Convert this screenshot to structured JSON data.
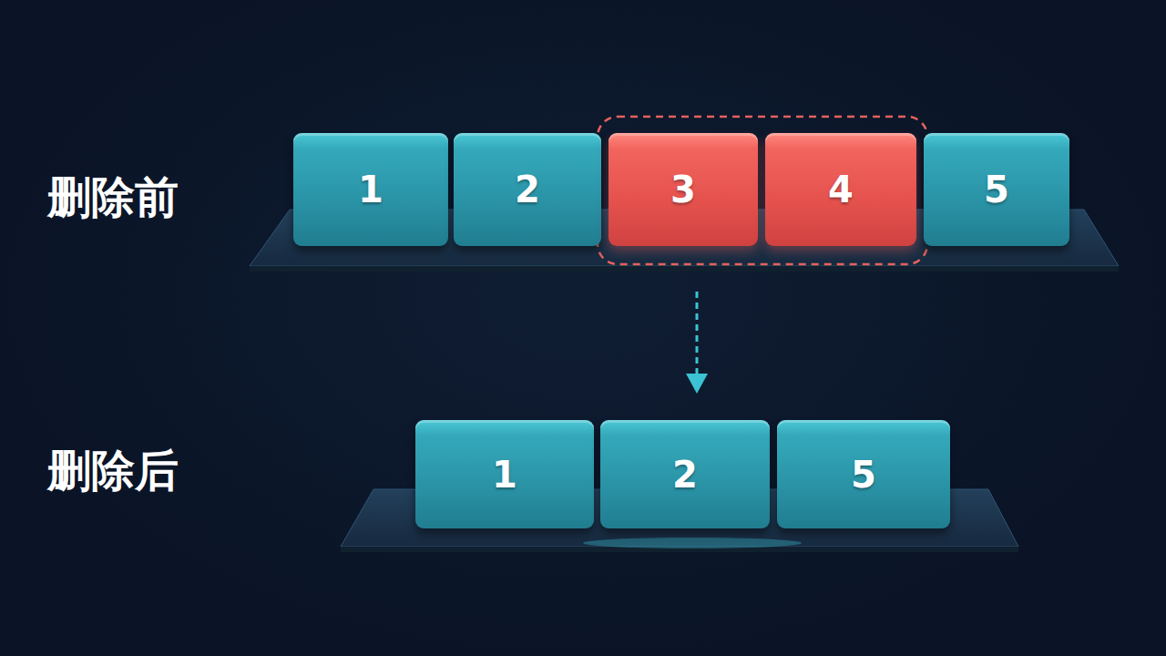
{
  "diagram": {
    "nodes": [
      {
        "text": [
          "1"
        ]
      },
      {
        "text": [
          "2"
        ]
      },
      {
        "text": [
          "3"
        ]
      },
      {
        "text": [
          "4"
        ]
      },
      {
        "text": [
          "5"
        ]
      },
      {
        "text": [
          "1"
        ]
      },
      {
        "text": [
          "2"
        ]
      },
      {
        "text": [
          "5"
        ]
      }
    ],
    "labels": [
      "删除前",
      "删除后"
    ]
  }
}
